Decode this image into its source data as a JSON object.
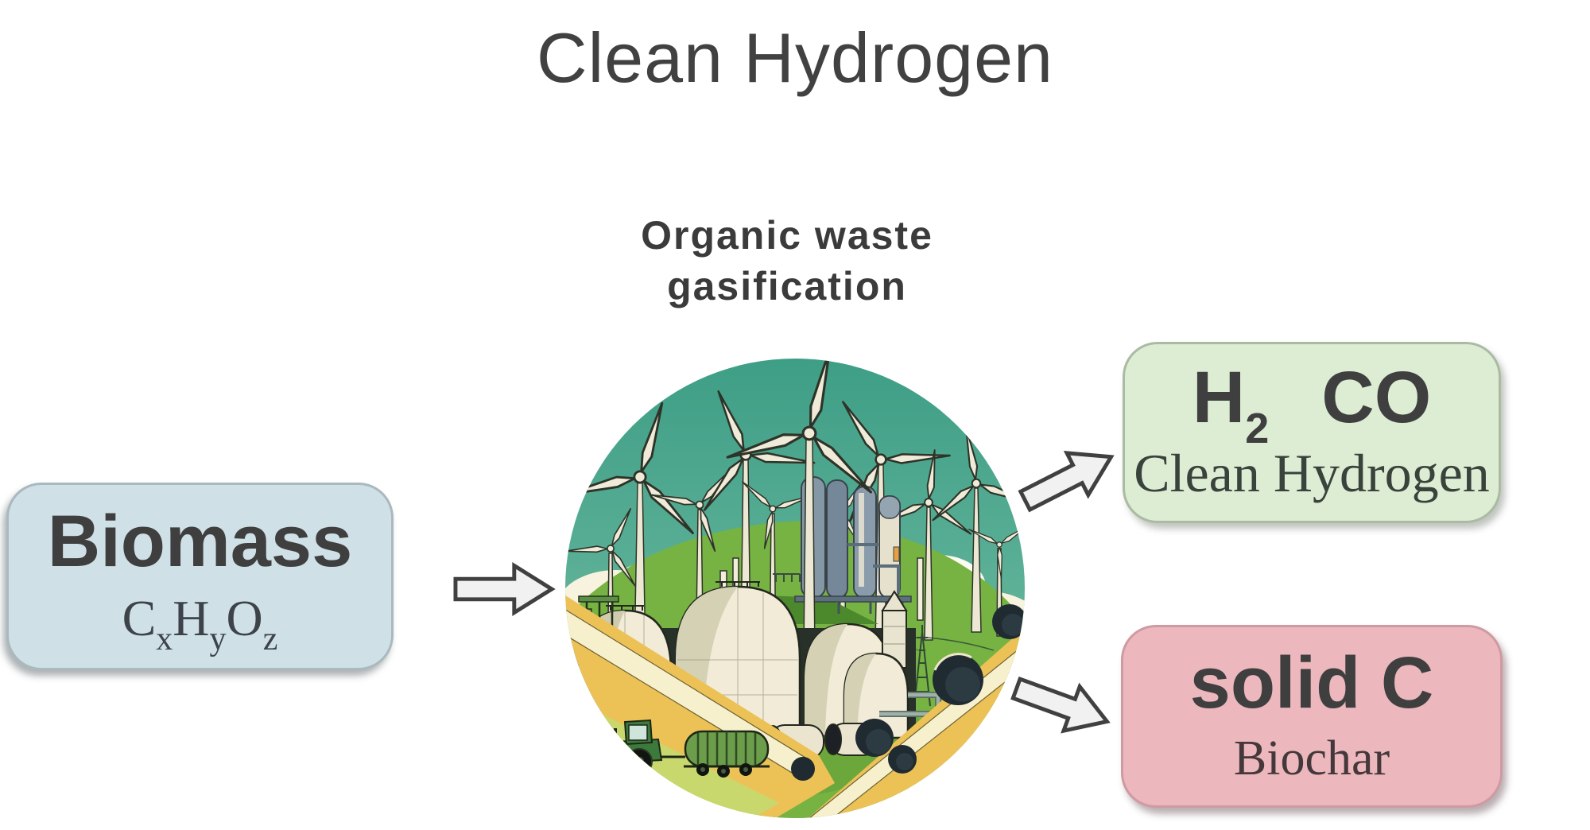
{
  "title": "Clean Hydrogen",
  "process": {
    "line1": "Organic waste",
    "line2": "gasification"
  },
  "input_box": {
    "title": "Biomass",
    "formula": [
      {
        "base": "C",
        "sub": "x"
      },
      {
        "base": "H",
        "sub": "y"
      },
      {
        "base": "O",
        "sub": "z"
      }
    ]
  },
  "output_gas_box": {
    "h": "H",
    "h_sub": "2",
    "co": "CO",
    "caption": "Clean Hydrogen"
  },
  "output_solid_box": {
    "title": "solid C",
    "caption": "Biochar"
  },
  "icons": {
    "flow_arrow": "block-arrow",
    "scene": "gasification-plant-illustration"
  },
  "colors": {
    "text": "#3f3f3f",
    "input_box_bg": "#cfe1e7",
    "gas_box_bg": "#dcedd4",
    "solid_box_bg": "#ecb7bd",
    "arrow_fill": "#f1f1f1",
    "arrow_stroke": "#404040",
    "sky": "#3e9e86",
    "grass": "#76b342",
    "field_gold": "#ecc257",
    "field_cream": "#f6f0cc"
  }
}
